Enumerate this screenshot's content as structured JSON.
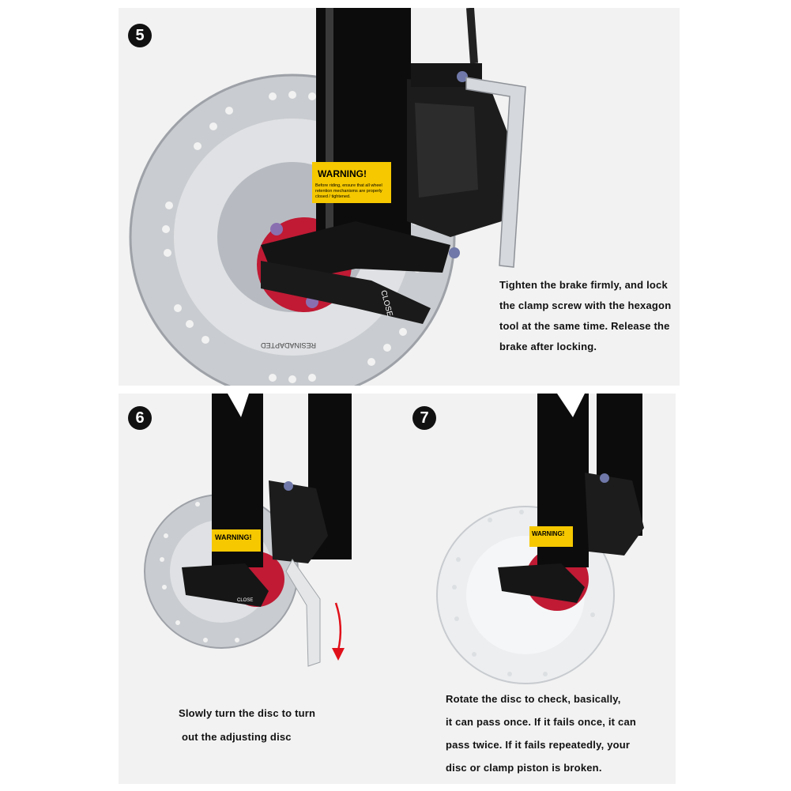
{
  "step5": {
    "number": "5",
    "lines": [
      "Tighten the brake firmly, and lock",
      "the clamp screw with the hexagon",
      "tool at the same time. Release the",
      "brake after locking."
    ],
    "warning_title": "WARNING!",
    "warning_text": [
      "Before riding, ensure that all wheel",
      "retention mechanisms are properly",
      "closed / tightened."
    ],
    "lever_text": "CLOSE",
    "rotor_text": "RESINADAPTED"
  },
  "step6": {
    "number": "6",
    "lines": [
      "Slowly turn the disc to turn",
      "out the adjusting disc"
    ],
    "warning_title": "WARNING!",
    "lever_text": "CLOSE"
  },
  "step7": {
    "number": "7",
    "lines": [
      "Rotate the disc to check, basically,",
      "it can pass once. If it fails once, it can",
      "pass twice. If it fails repeatedly, your",
      "disc or clamp piston is broken."
    ],
    "warning_title": "WARNING!"
  },
  "colors": {
    "panel_bg": "#f2f2f2",
    "fork_black": "#0c0c0c",
    "rotor_silver": "#c9ccd0",
    "hub_red": "#c01a34",
    "warning_yellow": "#f5c800",
    "arrow_red": "#e0101a"
  }
}
